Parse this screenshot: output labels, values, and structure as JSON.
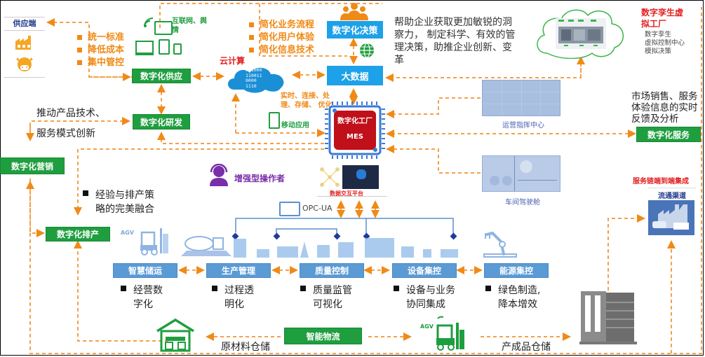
{
  "supplier": {
    "title": "供应端",
    "bullets": [
      "统一标准",
      "降低成本",
      "集中管控"
    ],
    "box": "数字化供应"
  },
  "internet": {
    "label": "互联网、舆情"
  },
  "simplify": {
    "bullets": [
      "简化业务流程",
      "简化用户体验",
      "简化信息技术"
    ]
  },
  "cloud": {
    "label": "云计算",
    "binary": [
      "011000",
      "110011",
      "0000",
      "1110"
    ]
  },
  "decision": {
    "box": "数字化决策",
    "description": "帮助企业获取更加敏锐的洞察力， 制定科学、有效的管理决策，助推企业创新、变革"
  },
  "bigdata": {
    "box": "大数据",
    "caption": "实时、连接、处理、存储、 优化"
  },
  "twin": {
    "title": "数字孪生虚拟工厂",
    "items": [
      "数字孪生",
      "虚拟控制中心",
      "模拟决策"
    ]
  },
  "rnd": {
    "text_line1": "推动产品技术、",
    "text_line2": "服务模式创新",
    "box": "数字化研发"
  },
  "mobile": {
    "label": "移动应用"
  },
  "mes": {
    "line1": "数字化工厂",
    "line2": "MES"
  },
  "ops_center": {
    "label": "运营指挥中心"
  },
  "service": {
    "text": "市场销售、服务体验信息的实时反馈及分析",
    "box": "数字化服务"
  },
  "marketing": {
    "box": "数字化营销"
  },
  "operator": {
    "label": "增强型操作者"
  },
  "data_platform": {
    "label": "数据交互平台"
  },
  "cockpit": {
    "label": "车间驾驶舱"
  },
  "service_chain": {
    "title": "服务链端到端集成",
    "channel": "流通渠道"
  },
  "scheduling": {
    "bullet_line1": "经验与排产策",
    "bullet_line2": "略的完美融合",
    "box": "数字化排产"
  },
  "opcua": {
    "label": "OPC-UA"
  },
  "agv": {
    "label": "AGV"
  },
  "modules": [
    {
      "box": "智慧储运",
      "line1": "经营数",
      "line2": "字化"
    },
    {
      "box": "生产管理",
      "line1": "过程透",
      "line2": "明化"
    },
    {
      "box": "质量控制",
      "line1": "质量监管",
      "line2": "可视化"
    },
    {
      "box": "设备集控",
      "line1": "设备与业务",
      "line2": "协同集成"
    },
    {
      "box": "能源集控",
      "line1": "绿色制造,",
      "line2": "降本增效"
    }
  ],
  "logistics": {
    "raw_warehouse": "原材料仓储",
    "box": "智能物流",
    "product_warehouse": "产成品仓储"
  },
  "colors": {
    "green": "#1f9e3f",
    "blue": "#1da1e8",
    "orange": "#f08a17",
    "red": "#e41e1e",
    "module_blue": "#5b9bd5",
    "mes_red": "#c0101a"
  }
}
